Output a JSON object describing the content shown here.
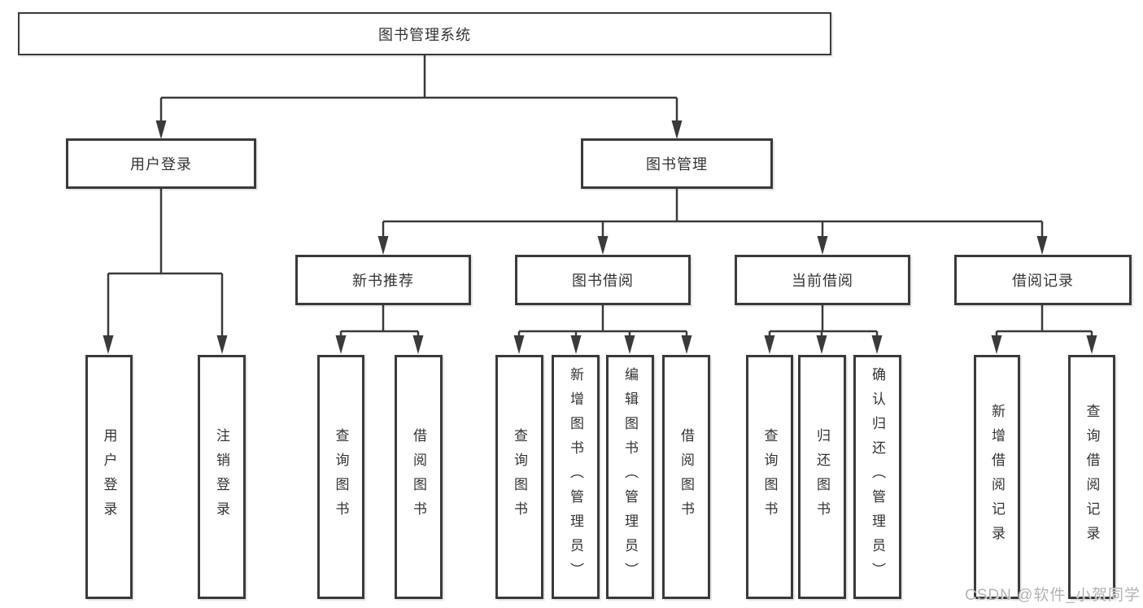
{
  "diagram": {
    "colors": {
      "line": "#3a3a3a",
      "text": "#333333",
      "background": "#ffffff"
    },
    "root": {
      "label": "图书管理系统",
      "children": [
        {
          "label": "用户登录",
          "children": [
            {
              "label": "用户登录"
            },
            {
              "label": "注销登录"
            }
          ]
        },
        {
          "label": "图书管理",
          "children": [
            {
              "label": "新书推荐",
              "children": [
                {
                  "label": "查询图书"
                },
                {
                  "label": "借阅图书"
                }
              ]
            },
            {
              "label": "图书借阅",
              "children": [
                {
                  "label": "查询图书"
                },
                {
                  "label": "新增图书（管理员）"
                },
                {
                  "label": "编辑图书（管理员）"
                },
                {
                  "label": "借阅图书"
                }
              ]
            },
            {
              "label": "当前借阅",
              "children": [
                {
                  "label": "查询图书"
                },
                {
                  "label": "归还图书"
                },
                {
                  "label": "确认归还（管理员）"
                }
              ]
            },
            {
              "label": "借阅记录",
              "children": [
                {
                  "label": "新增借阅记录"
                },
                {
                  "label": "查询借阅记录"
                }
              ]
            }
          ]
        }
      ]
    }
  },
  "watermark": {
    "text": "CSDN @软件_小贺同学",
    "color": "#b3b3b3"
  }
}
